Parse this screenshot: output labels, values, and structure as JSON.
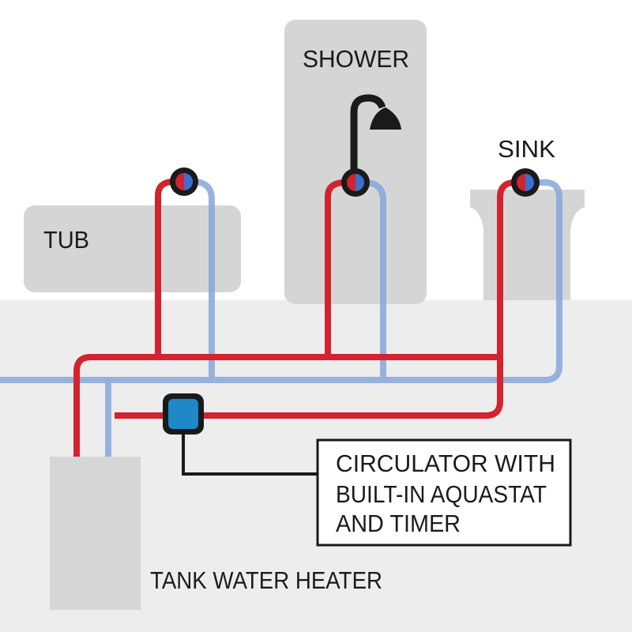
{
  "labels": {
    "shower": "SHOWER",
    "sink": "SINK",
    "tub": "TUB",
    "tank_water_heater": "TANK WATER HEATER",
    "circulator_callout": [
      "CIRCULATOR WITH",
      "BUILT-IN AQUASTAT",
      "AND TIMER"
    ]
  },
  "colors": {
    "hot_water": "#d2232e",
    "cold_water": "#86a6d8",
    "fixture": "#d5d5d6",
    "floor": "#ededed",
    "heater": "#d6d6d6",
    "circulator": "#1e88c9",
    "outline": "#1a1a1a"
  }
}
